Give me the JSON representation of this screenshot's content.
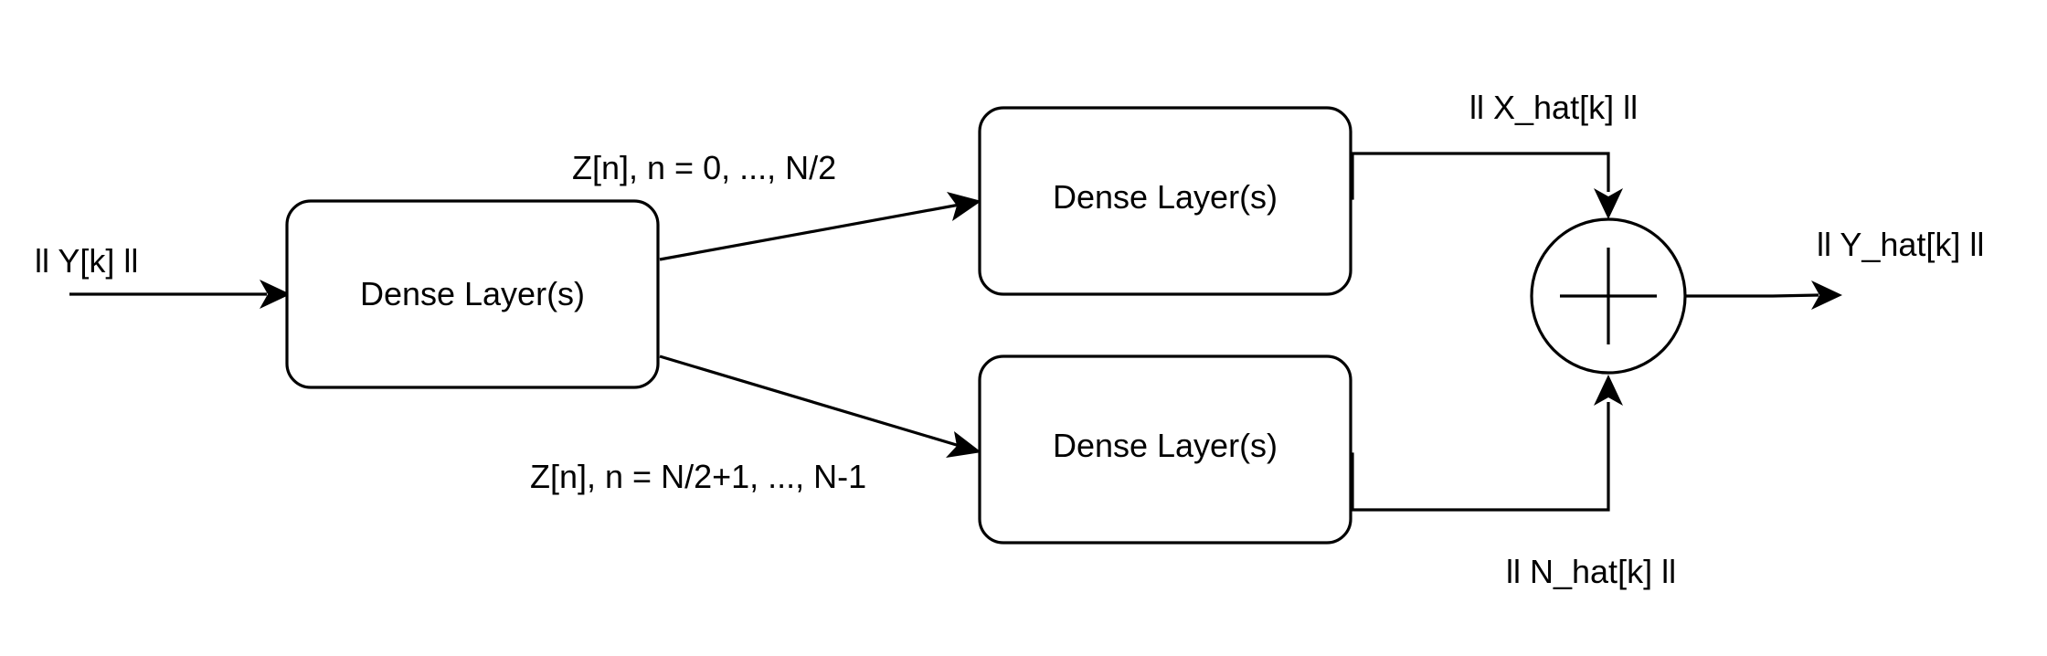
{
  "blocks": {
    "encoder_label": "Dense Layer(s)",
    "upper_label": "Dense Layer(s)",
    "lower_label": "Dense Layer(s)"
  },
  "signals": {
    "input": "ll Y[k] ll",
    "z_upper": "Z[n], n = 0, ..., N/2",
    "z_lower": "Z[n], n = N/2+1, ..., N-1",
    "x_hat": "ll X_hat[k] ll",
    "n_hat": "ll N_hat[k] ll",
    "output": "ll Y_hat[k] ll"
  },
  "summing_junction": {
    "symbol": "+"
  },
  "colors": {
    "stroke": "#000000",
    "background": "#ffffff"
  }
}
